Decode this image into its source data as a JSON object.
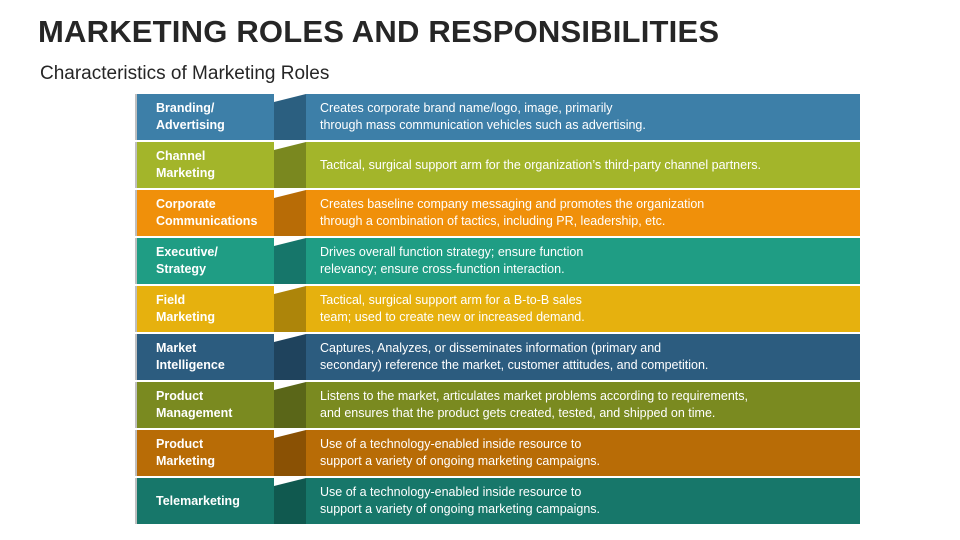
{
  "header": {
    "title": "MARKETING ROLES AND RESPONSIBILITIES",
    "subtitle": "Characteristics of Marketing Roles"
  },
  "rows": [
    {
      "label": "Branding/\nAdvertising",
      "description": "Creates corporate brand name/logo, image, primarily\nthrough mass communication vehicles such as advertising.",
      "color": "#3d7fa8",
      "dark": "#2b5f80"
    },
    {
      "label": "Channel\nMarketing",
      "description": "Tactical, surgical support arm for the organization’s third-party channel partners.",
      "color": "#a3b52a",
      "dark": "#7a881f"
    },
    {
      "label": "Corporate\nCommunications",
      "description": "Creates baseline company messaging and promotes the organization\nthrough a combination of tactics, including PR, leadership, etc.",
      "color": "#f0900a",
      "dark": "#b86c06"
    },
    {
      "label": "Executive/\nStrategy",
      "description": "Drives overall function strategy; ensure function\nrelevancy; ensure cross-function interaction.",
      "color": "#1f9d84",
      "dark": "#16766a"
    },
    {
      "label": "Field\nMarketing",
      "description": "Tactical, surgical support arm for a B-to-B sales\nteam; used to create new or increased demand.",
      "color": "#e6b10e",
      "dark": "#ad850a"
    },
    {
      "label": "Market\nIntelligence",
      "description": "Captures, Analyzes, or disseminates information (primary and\nsecondary) reference the market, customer attitudes, and competition.",
      "color": "#2c5c7f",
      "dark": "#1f435d"
    },
    {
      "label": "Product\nManagement",
      "description": "Listens to the market, articulates market problems according to requirements,\nand ensures that the product gets created, tested, and shipped on time.",
      "color": "#7a8a20",
      "dark": "#5a6618"
    },
    {
      "label": "Product\nMarketing",
      "description": "Use of a technology-enabled inside resource to\nsupport a variety of ongoing marketing campaigns.",
      "color": "#b86c06",
      "dark": "#8a5104"
    },
    {
      "label": "Telemarketing",
      "description": "Use of a technology-enabled inside resource to\nsupport a variety of ongoing marketing campaigns.",
      "color": "#17776a",
      "dark": "#10594f"
    }
  ]
}
